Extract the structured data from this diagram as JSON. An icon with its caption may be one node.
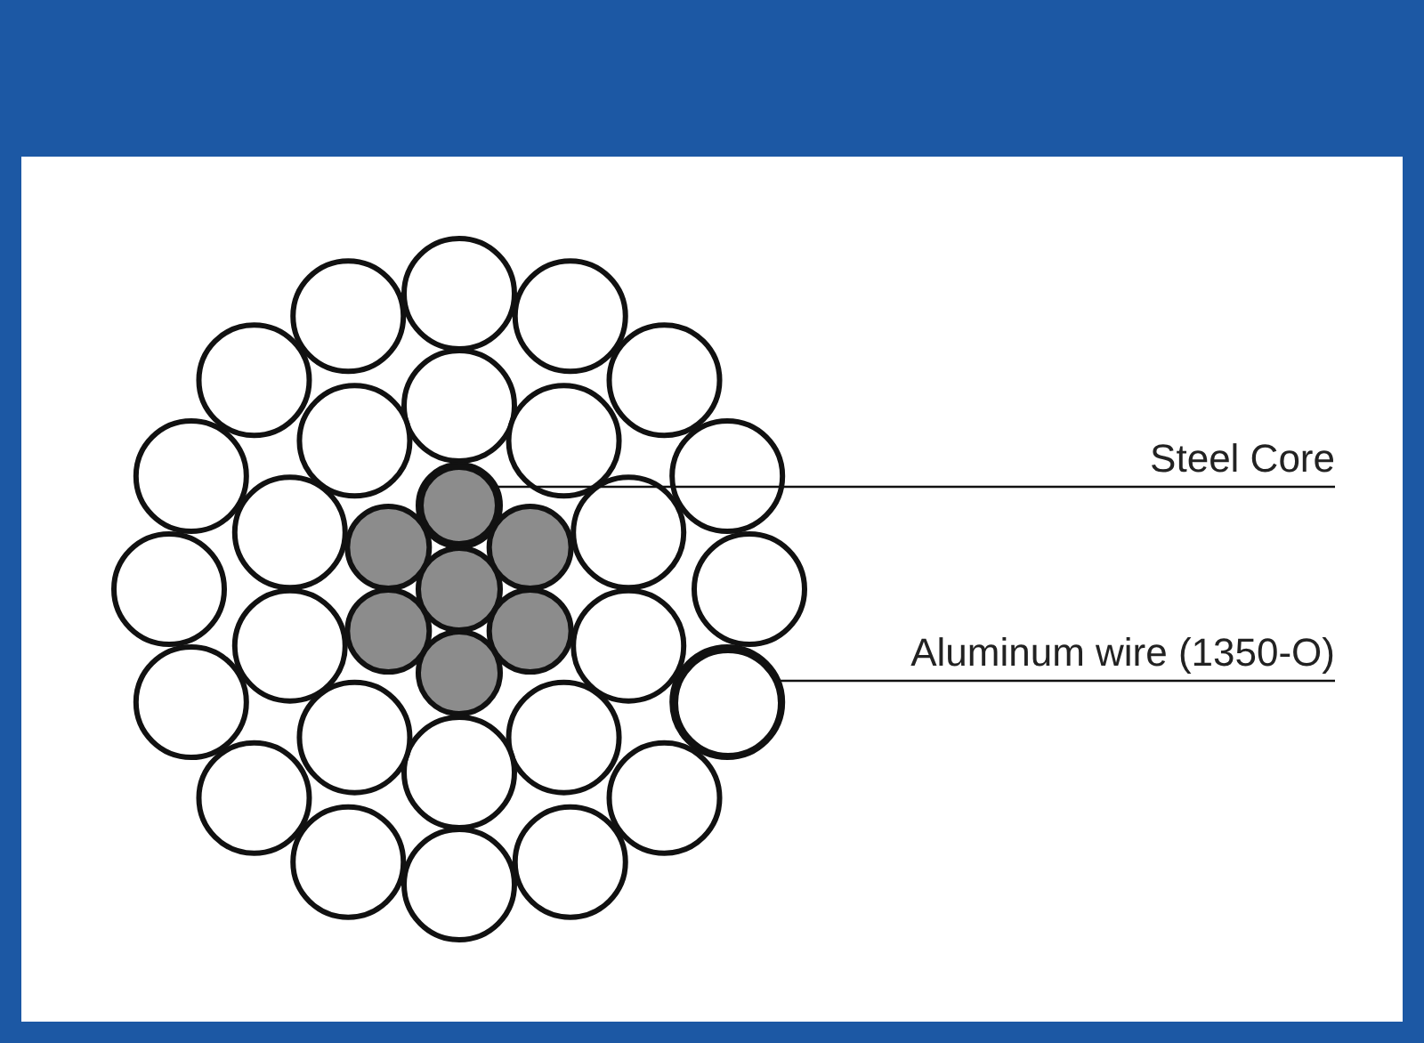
{
  "diagram": {
    "nodes": [
      {
        "text": [
          "Steel Core"
        ]
      },
      {
        "text": [],
        "shape": "circle"
      },
      {
        "text": [
          "Aluminum wire (1350-O)"
        ]
      },
      {
        "text": [],
        "shape": "circle"
      }
    ],
    "edges": [
      {
        "from": 0,
        "to": 1,
        "arrow": "none"
      },
      {
        "from": 2,
        "to": 3,
        "arrow": "none"
      }
    ]
  }
}
